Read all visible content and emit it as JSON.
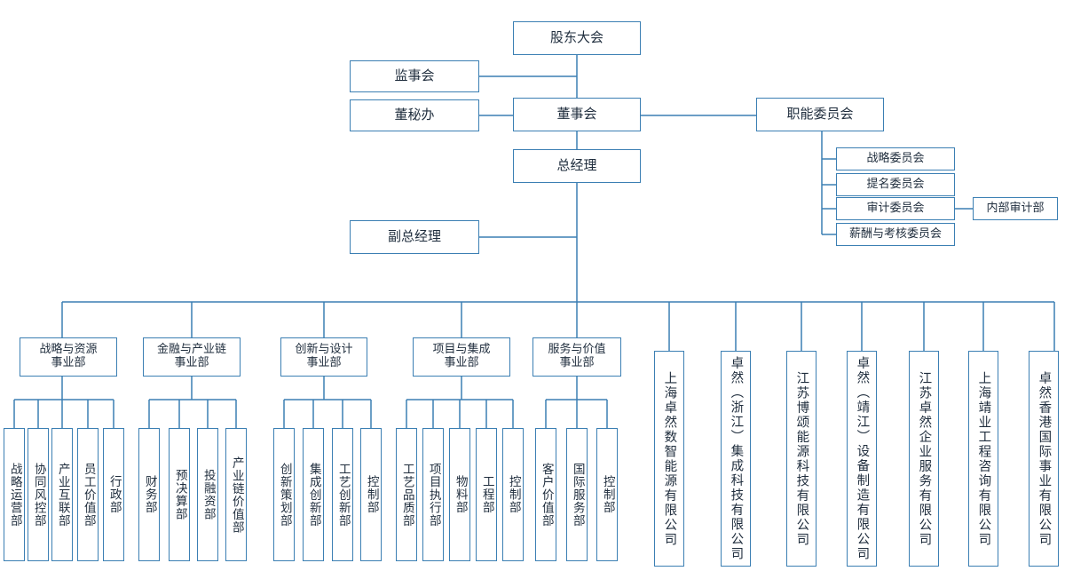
{
  "top": {
    "shareholders": "股东大会",
    "supervisory": "监事会",
    "board_office": "董秘办",
    "board": "董事会",
    "functional_committee": "职能委员会",
    "gm": "总经理",
    "deputy_gm": "副总经理"
  },
  "committees": [
    "战略委员会",
    "提名委员会",
    "审计委员会",
    "薪酬与考核委员会"
  ],
  "internal_audit": "内部审计部",
  "divisions": [
    {
      "name": "战略与资源\n事业部",
      "depts": [
        "战略运营部",
        "协同风控部",
        "产业互联部",
        "员工价值部",
        "行政部"
      ]
    },
    {
      "name": "金融与产业链\n事业部",
      "depts": [
        "财务部",
        "预决算部",
        "投融资部",
        "产业链价值部"
      ]
    },
    {
      "name": "创新与设计\n事业部",
      "depts": [
        "创新策划部",
        "集成创新部",
        "工艺创新部",
        "控制部"
      ]
    },
    {
      "name": "项目与集成\n事业部",
      "depts": [
        "工艺品质部",
        "项目执行部",
        "物料部",
        "工程部",
        "控制部"
      ]
    },
    {
      "name": "服务与价值\n事业部",
      "depts": [
        "客户价值部",
        "国际服务部",
        "控制部"
      ]
    }
  ],
  "companies": [
    "上海卓然数智能源有限公司",
    "卓然（浙江）集成科技有限公司",
    "江苏博颂能源科技有限公司",
    "卓然（靖江）设备制造有限公司",
    "江苏卓然企业服务有限公司",
    "上海靖业工程咨询有限公司",
    "卓然香港国际事业有限公司"
  ],
  "colors": {
    "border": "#3b7fb3",
    "text": "#1f2d3d",
    "background": "#ffffff"
  }
}
